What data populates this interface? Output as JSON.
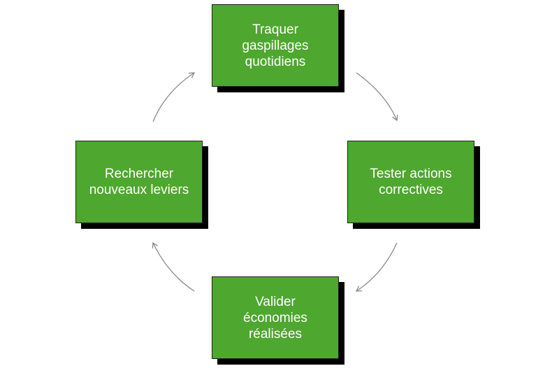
{
  "colors": {
    "box_fill": "#4ea72e",
    "box_text": "#ffffff",
    "shadow": "#000000",
    "arrow": "#8a8a8a"
  },
  "cycle": {
    "steps": [
      {
        "id": "top",
        "label_lines": [
          "Traquer",
          "gaspillages",
          "quotidiens"
        ]
      },
      {
        "id": "right",
        "label_lines": [
          "Tester actions",
          "correctives"
        ]
      },
      {
        "id": "bottom",
        "label_lines": [
          "Valider",
          "économies",
          "réalisées"
        ]
      },
      {
        "id": "left",
        "label_lines": [
          "Rechercher",
          "nouveaux leviers"
        ]
      }
    ]
  }
}
